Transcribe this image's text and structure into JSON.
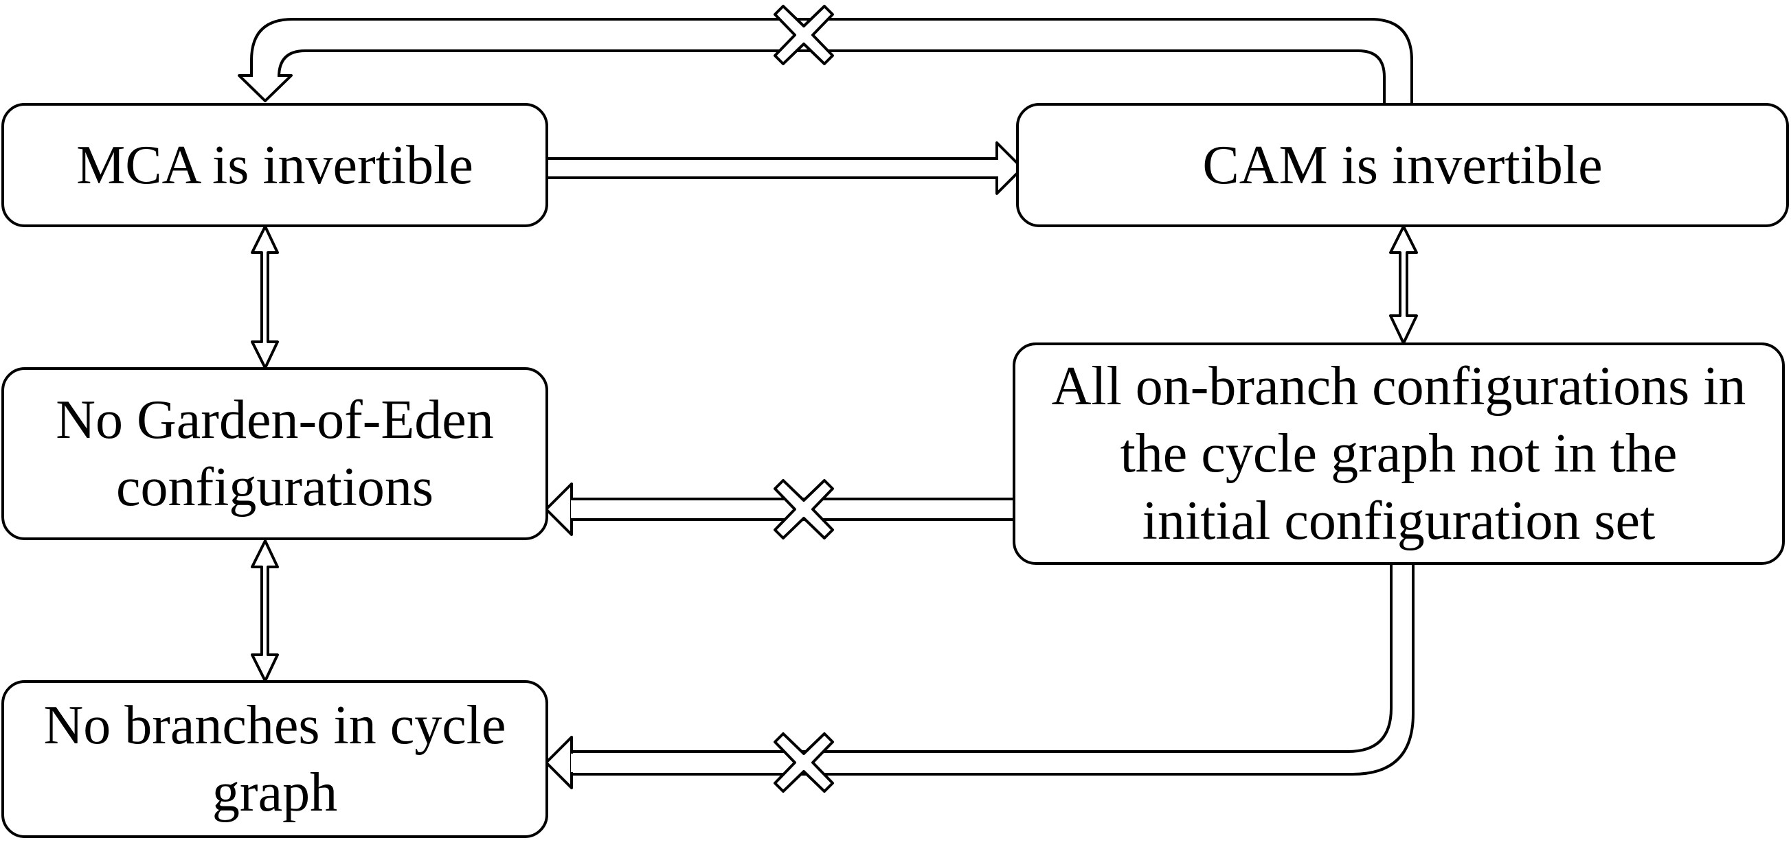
{
  "diagram": {
    "nodes": {
      "mca_invertible": {
        "label": "MCA is invertible"
      },
      "cam_invertible": {
        "label": "CAM is invertible"
      },
      "no_garden_of_eden": {
        "label": "No Garden-of-Eden configurations"
      },
      "on_branch_configurations": {
        "label": "All on-branch configurations in the cycle graph not in the initial configuration set"
      },
      "no_branches": {
        "label": "No branches in cycle graph"
      }
    },
    "edges": [
      {
        "from": "cam_invertible",
        "to": "mca_invertible",
        "relation": "does not imply"
      },
      {
        "from": "mca_invertible",
        "to": "cam_invertible",
        "relation": "implies"
      },
      {
        "from": "mca_invertible",
        "to": "no_garden_of_eden",
        "relation": "equivalent"
      },
      {
        "from": "cam_invertible",
        "to": "on_branch_configurations",
        "relation": "equivalent"
      },
      {
        "from": "on_branch_configurations",
        "to": "no_garden_of_eden",
        "relation": "does not imply"
      },
      {
        "from": "no_garden_of_eden",
        "to": "no_branches",
        "relation": "equivalent"
      },
      {
        "from": "on_branch_configurations",
        "to": "no_branches",
        "relation": "does not imply"
      }
    ]
  }
}
